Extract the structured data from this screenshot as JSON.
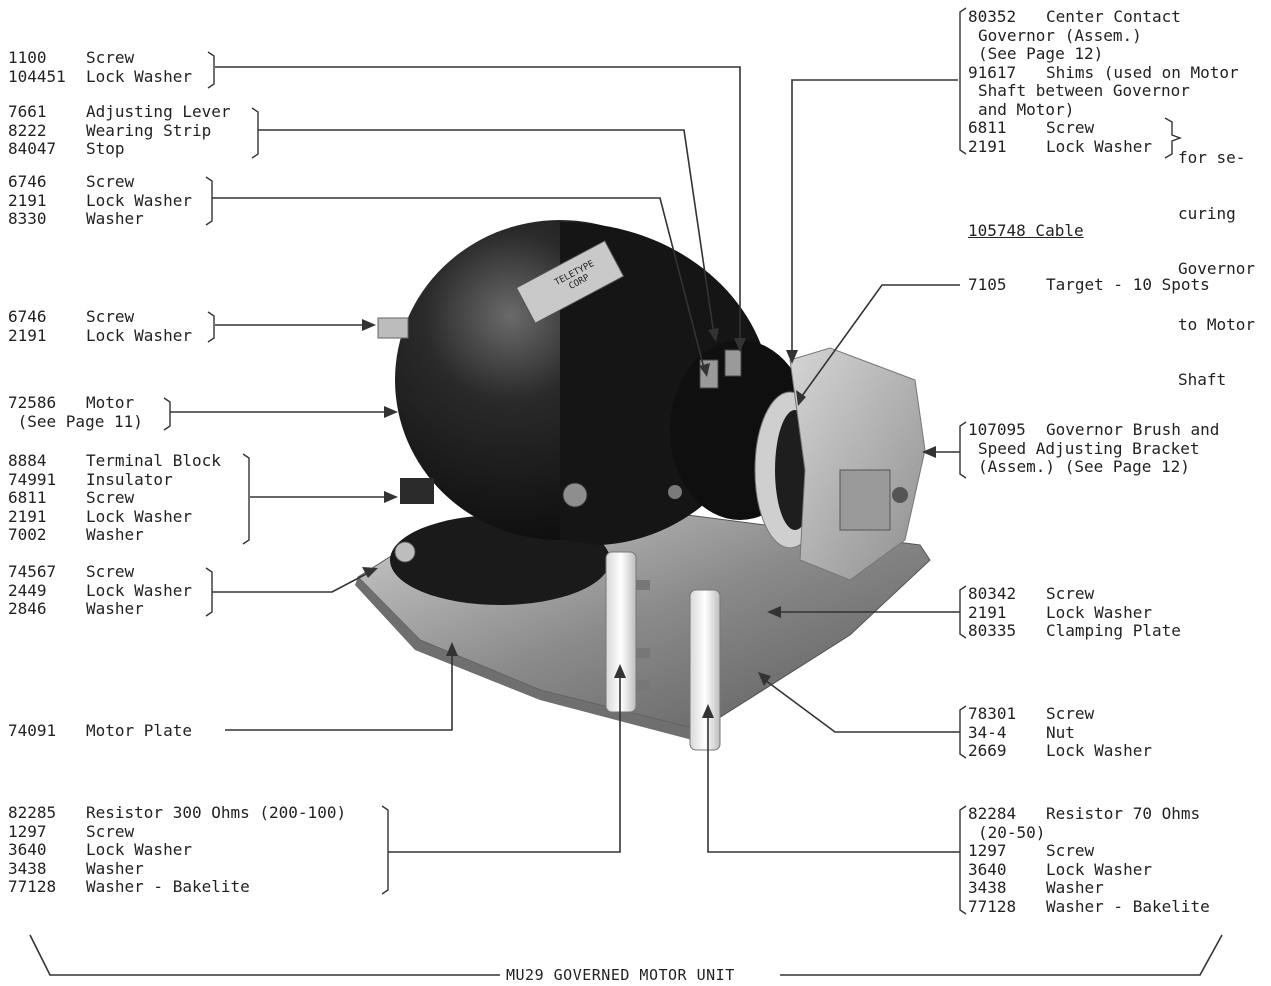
{
  "caption": "MU29 GOVERNED MOTOR UNIT",
  "motor_nameplate": [
    "TELETYPE",
    "CORP"
  ],
  "left_groups": [
    {
      "name": "left-group-1",
      "items": [
        [
          "1100",
          "Screw"
        ],
        [
          "104451",
          "Lock Washer"
        ]
      ]
    },
    {
      "name": "left-group-2",
      "items": [
        [
          "7661",
          "Adjusting Lever"
        ],
        [
          "8222",
          "Wearing Strip"
        ],
        [
          "84047",
          "Stop"
        ]
      ]
    },
    {
      "name": "left-group-3",
      "items": [
        [
          "6746",
          "Screw"
        ],
        [
          "2191",
          "Lock Washer"
        ],
        [
          "8330",
          "Washer"
        ]
      ]
    },
    {
      "name": "left-group-4",
      "items": [
        [
          "6746",
          "Screw"
        ],
        [
          "2191",
          "Lock Washer"
        ]
      ]
    },
    {
      "name": "left-group-5",
      "items": [
        [
          "72586",
          "Motor"
        ],
        [
          "",
          " (See Page 11)"
        ]
      ]
    },
    {
      "name": "left-group-6",
      "items": [
        [
          "8884",
          "Terminal Block"
        ],
        [
          "74991",
          "Insulator"
        ],
        [
          "6811",
          "Screw"
        ],
        [
          "2191",
          "Lock Washer"
        ],
        [
          "7002",
          "Washer"
        ]
      ]
    },
    {
      "name": "left-group-7",
      "items": [
        [
          "74567",
          "Screw"
        ],
        [
          "2449",
          "Lock Washer"
        ],
        [
          "2846",
          "Washer"
        ]
      ]
    },
    {
      "name": "left-group-8",
      "items": [
        [
          "74091",
          "Motor Plate"
        ]
      ]
    },
    {
      "name": "left-group-9",
      "items": [
        [
          "82285",
          "Resistor 300 Ohms (200-100)"
        ],
        [
          "1297",
          "Screw"
        ],
        [
          "3640",
          "Lock Washer"
        ],
        [
          "3438",
          "Washer"
        ],
        [
          "77128",
          "Washer - Bakelite"
        ]
      ]
    }
  ],
  "right_groups": [
    {
      "name": "right-group-1",
      "items": [
        [
          "80352",
          "Center Contact"
        ],
        [
          "",
          "Governor (Assem.)"
        ],
        [
          "",
          "(See Page 12)"
        ],
        [
          "91617",
          "Shims (used on Motor"
        ],
        [
          "",
          "Shaft between Governor"
        ],
        [
          "",
          "and Motor)"
        ],
        [
          "6811",
          "Screw"
        ],
        [
          "2191",
          "Lock Washer"
        ]
      ]
    },
    {
      "name": "right-group-2",
      "items": [
        [
          "105748 Cable",
          ""
        ]
      ]
    },
    {
      "name": "right-group-3",
      "items": [
        [
          "7105",
          "Target - 10 Spots"
        ]
      ]
    },
    {
      "name": "right-group-4",
      "items": [
        [
          "107095",
          "Governor Brush and"
        ],
        [
          "",
          "Speed Adjusting Bracket"
        ],
        [
          "",
          "(Assem.) (See Page 12)"
        ]
      ]
    },
    {
      "name": "right-group-5",
      "items": [
        [
          "80342",
          "Screw"
        ],
        [
          "2191",
          "Lock Washer"
        ],
        [
          "80335",
          "Clamping Plate"
        ]
      ]
    },
    {
      "name": "right-group-6",
      "items": [
        [
          "78301",
          "Screw"
        ],
        [
          "34-4",
          "Nut"
        ],
        [
          "2669",
          "Lock Washer"
        ]
      ]
    },
    {
      "name": "right-group-7",
      "items": [
        [
          "82284",
          "Resistor 70 Ohms"
        ],
        [
          "",
          "(20-50)"
        ],
        [
          "1297",
          "Screw"
        ],
        [
          "3640",
          "Lock Washer"
        ],
        [
          "3438",
          "Washer"
        ],
        [
          "77128",
          "Washer - Bakelite"
        ]
      ]
    }
  ],
  "governor_note": [
    "for se-",
    "curing",
    "Governor",
    "to Motor",
    "Shaft"
  ]
}
